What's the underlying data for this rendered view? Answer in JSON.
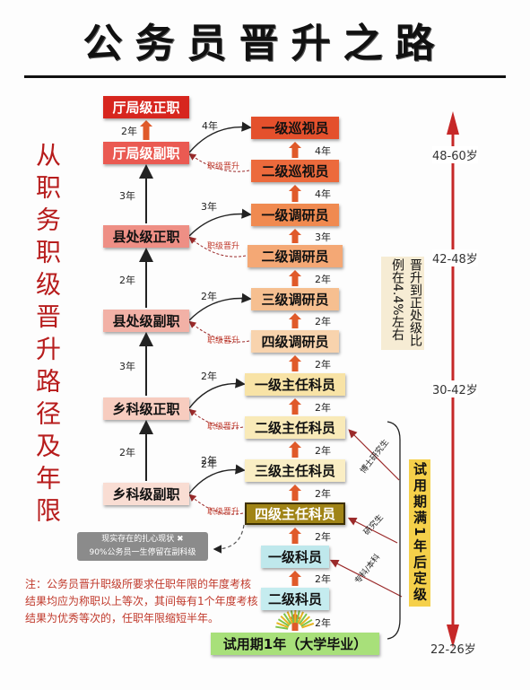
{
  "title": "公务员晋升之路",
  "side_title": "从职务职级晋升路径及年限",
  "left_chain": [
    {
      "label": "厅局级正职",
      "bg": "#d7261e",
      "fg": "#ffffff"
    },
    {
      "label": "厅局级副职",
      "bg": "#ea5a52",
      "fg": "#ffffff"
    },
    {
      "label": "县处级正职",
      "bg": "#ee8f85",
      "fg": "#111111"
    },
    {
      "label": "县处级副职",
      "bg": "#f2b1a6",
      "fg": "#111111"
    },
    {
      "label": "乡科级正职",
      "bg": "#f7ccbf",
      "fg": "#111111"
    },
    {
      "label": "乡科级副职",
      "bg": "#f9ddd3",
      "fg": "#111111"
    }
  ],
  "left_years": [
    "2年",
    "3年",
    "2年",
    "3年",
    "2年"
  ],
  "right_chain": [
    {
      "label": "一级巡视员",
      "bg": "#e4502c",
      "fg": "#111111"
    },
    {
      "label": "二级巡视员",
      "bg": "#ec6a3c",
      "fg": "#111111"
    },
    {
      "label": "一级调研员",
      "bg": "#f08a50",
      "fg": "#111111"
    },
    {
      "label": "二级调研员",
      "bg": "#f4a875",
      "fg": "#111111"
    },
    {
      "label": "三级调研员",
      "bg": "#f6bf90",
      "fg": "#111111"
    },
    {
      "label": "四级调研员",
      "bg": "#f8d3ad",
      "fg": "#111111"
    },
    {
      "label": "一级主任科员",
      "bg": "#f8e3a6",
      "fg": "#111111"
    },
    {
      "label": "二级主任科员",
      "bg": "#f9eab8",
      "fg": "#111111"
    },
    {
      "label": "三级主任科员",
      "bg": "#faeec4",
      "fg": "#111111"
    },
    {
      "label": "四级主任科员",
      "bg": "#a08416",
      "fg": "#ffffff"
    },
    {
      "label": "一级科员",
      "bg": "#bfe8ec",
      "fg": "#111111"
    },
    {
      "label": "二级科员",
      "bg": "#c5ecef",
      "fg": "#111111"
    },
    {
      "label": "试用期1年（大学毕业）",
      "bg": "#a8e07a",
      "fg": "#111111"
    }
  ],
  "right_years": [
    "4年",
    "4年",
    "3年",
    "2年",
    "2年",
    "2年",
    "2年",
    "2年",
    "2年",
    "2年",
    "2年",
    "2年"
  ],
  "cross_years": [
    "4年",
    "3年",
    "2年",
    "2年",
    "2年",
    "2年"
  ],
  "equiv_label": "职级晋升",
  "entry_labels": [
    "博士研究生",
    "研究生",
    "专科/本科"
  ],
  "ages": [
    "48-60岁",
    "42-48岁",
    "30-42岁",
    "22-26岁"
  ],
  "ratio_note": "晋升到正处级比例在4.4%左右",
  "probation_note": "试用期满1年后定级",
  "gray_note": {
    "line1": "现实存在的扎心现状",
    "line2": "90%公务员一生停留在副科级"
  },
  "footnote": "注：公务员晋升职级所要求任职年限的年度考核结果均应为称职以上等次，其间每有1个年度考核结果为优秀等次的，任职年限缩短半年。",
  "colors": {
    "up_arrow": "#e05a2a",
    "age_axis": "#c62828",
    "note_text": "#c0392b"
  }
}
